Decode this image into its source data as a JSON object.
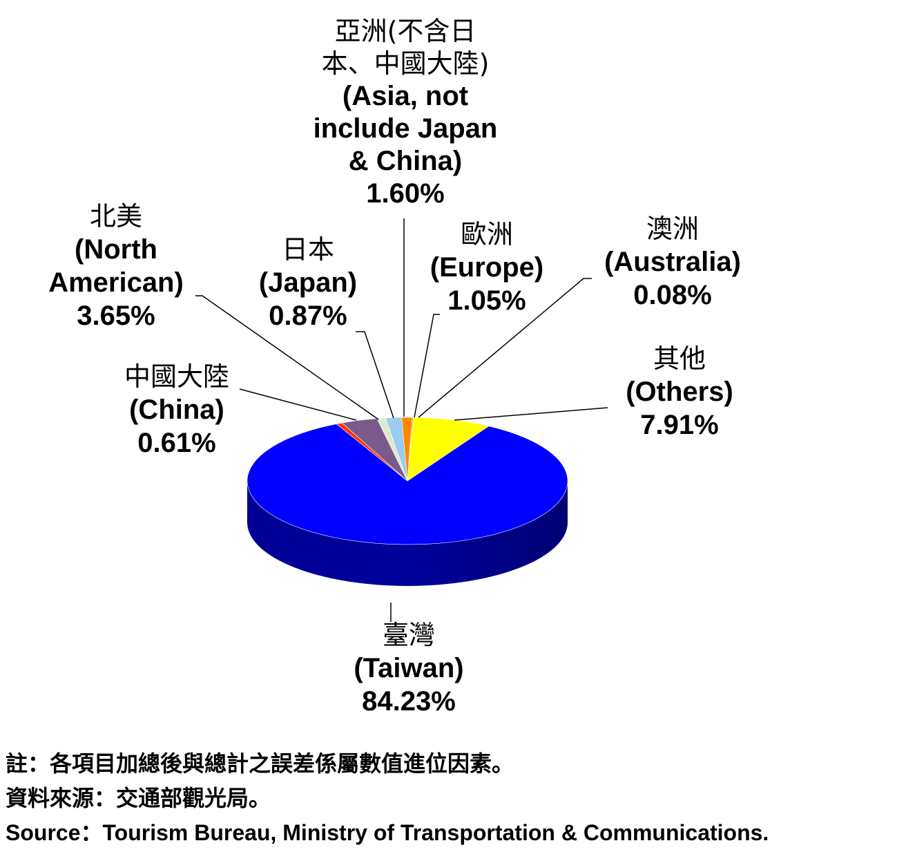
{
  "chart_data": {
    "type": "pie",
    "slices": [
      {
        "label_zh": "其他",
        "label_en": "(Others)",
        "value": 7.91,
        "value_label": "7.91%",
        "color": "#ffff00",
        "dark": "#b3b300"
      },
      {
        "label_zh": "臺灣",
        "label_en": "(Taiwan)",
        "value": 84.23,
        "value_label": "84.23%",
        "color": "#0000ff",
        "dark": "#00009c"
      },
      {
        "label_zh": "中國大陸",
        "label_en": "(China)",
        "value": 0.61,
        "value_label": "0.61%",
        "color": "#ff3300",
        "dark": "#a32100"
      },
      {
        "label_zh": "北美",
        "label_en": "(North American)",
        "value": 3.65,
        "value_label": "3.65%",
        "color": "#7a5a8c",
        "dark": "#4e3a5a"
      },
      {
        "label_zh": "日本",
        "label_en": "(Japan)",
        "value": 0.87,
        "value_label": "0.87%",
        "color": "#dfe9cf",
        "dark": "#9aa38d"
      },
      {
        "label_zh": "亞洲(不含日本、中國大陸)",
        "label_en": "(Asia, not include Japan & China)",
        "value": 1.6,
        "value_label": "1.60%",
        "color": "#99ccee",
        "dark": "#6a8fa6"
      },
      {
        "label_zh": "歐洲",
        "label_en": "(Europe)",
        "value": 1.05,
        "value_label": "1.05%",
        "color": "#ff8800",
        "dark": "#b35f00"
      },
      {
        "label_zh": "澳洲",
        "label_en": "(Australia)",
        "value": 0.08,
        "value_label": "0.08%",
        "color": "#663300",
        "dark": "#3d1f00"
      }
    ]
  },
  "labels": {
    "others": {
      "lines": [
        "其他",
        "(Others)",
        "7.91%"
      ]
    },
    "taiwan": {
      "lines": [
        "臺灣",
        "(Taiwan)",
        "84.23%"
      ]
    },
    "china": {
      "lines": [
        "中國大陸",
        "(China)",
        "0.61%"
      ]
    },
    "north_america": {
      "lines": [
        "北美",
        "(North",
        "American)",
        "3.65%"
      ]
    },
    "japan": {
      "lines": [
        "日本",
        "(Japan)",
        "0.87%"
      ]
    },
    "asia": {
      "lines": [
        "亞洲(不含日",
        "本、中國大陸)",
        "(Asia, not",
        "include Japan",
        "& China)",
        "1.60%"
      ]
    },
    "europe": {
      "lines": [
        "歐洲",
        "(Europe)",
        "1.05%"
      ]
    },
    "australia": {
      "lines": [
        "澳洲",
        "(Australia)",
        "0.08%"
      ]
    }
  },
  "notes": {
    "note": "註：各項目加總後與總計之誤差係屬數值進位因素。",
    "source_zh": "資料來源：交通部觀光局。",
    "source_en": "Source：Tourism Bureau, Ministry of Transportation & Communications."
  }
}
